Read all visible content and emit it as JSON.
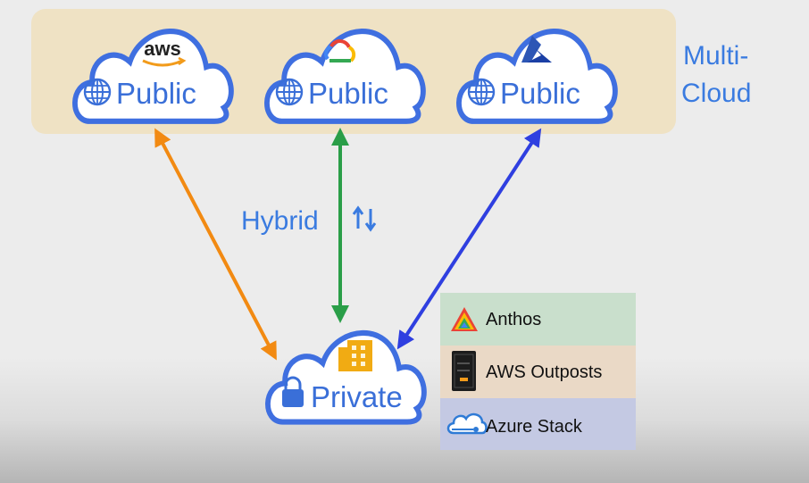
{
  "multicloud": {
    "label_line1": "Multi-",
    "label_line2": "Cloud",
    "band_color": "#efe2c4",
    "clouds": [
      {
        "label": "Public",
        "provider_logo": "aws-logo",
        "logo_text": "aws",
        "arrow_color": "#f28a12"
      },
      {
        "label": "Public",
        "provider_logo": "google-cloud-logo",
        "arrow_color": "#2a9e48"
      },
      {
        "label": "Public",
        "provider_logo": "azure-logo",
        "arrow_color": "#2f3fe0"
      }
    ]
  },
  "hybrid": {
    "label": "Hybrid",
    "icon": "swap-vertical-icon"
  },
  "private": {
    "label": "Private",
    "icons": [
      "lock-icon",
      "building-icon"
    ]
  },
  "legend": {
    "items": [
      {
        "label": "Anthos",
        "icon": "anthos-icon",
        "color": "#c9dfcc"
      },
      {
        "label": "AWS Outposts",
        "icon": "server-rack-icon",
        "color": "#ead9c6"
      },
      {
        "label": "Azure Stack",
        "icon": "azure-stack-cloud-icon",
        "color": "#c4c9e3"
      }
    ]
  },
  "colors": {
    "cloud_outline": "#3f6fe0",
    "cloud_fill": "#ffffff",
    "text_blue": "#3a7be0"
  }
}
